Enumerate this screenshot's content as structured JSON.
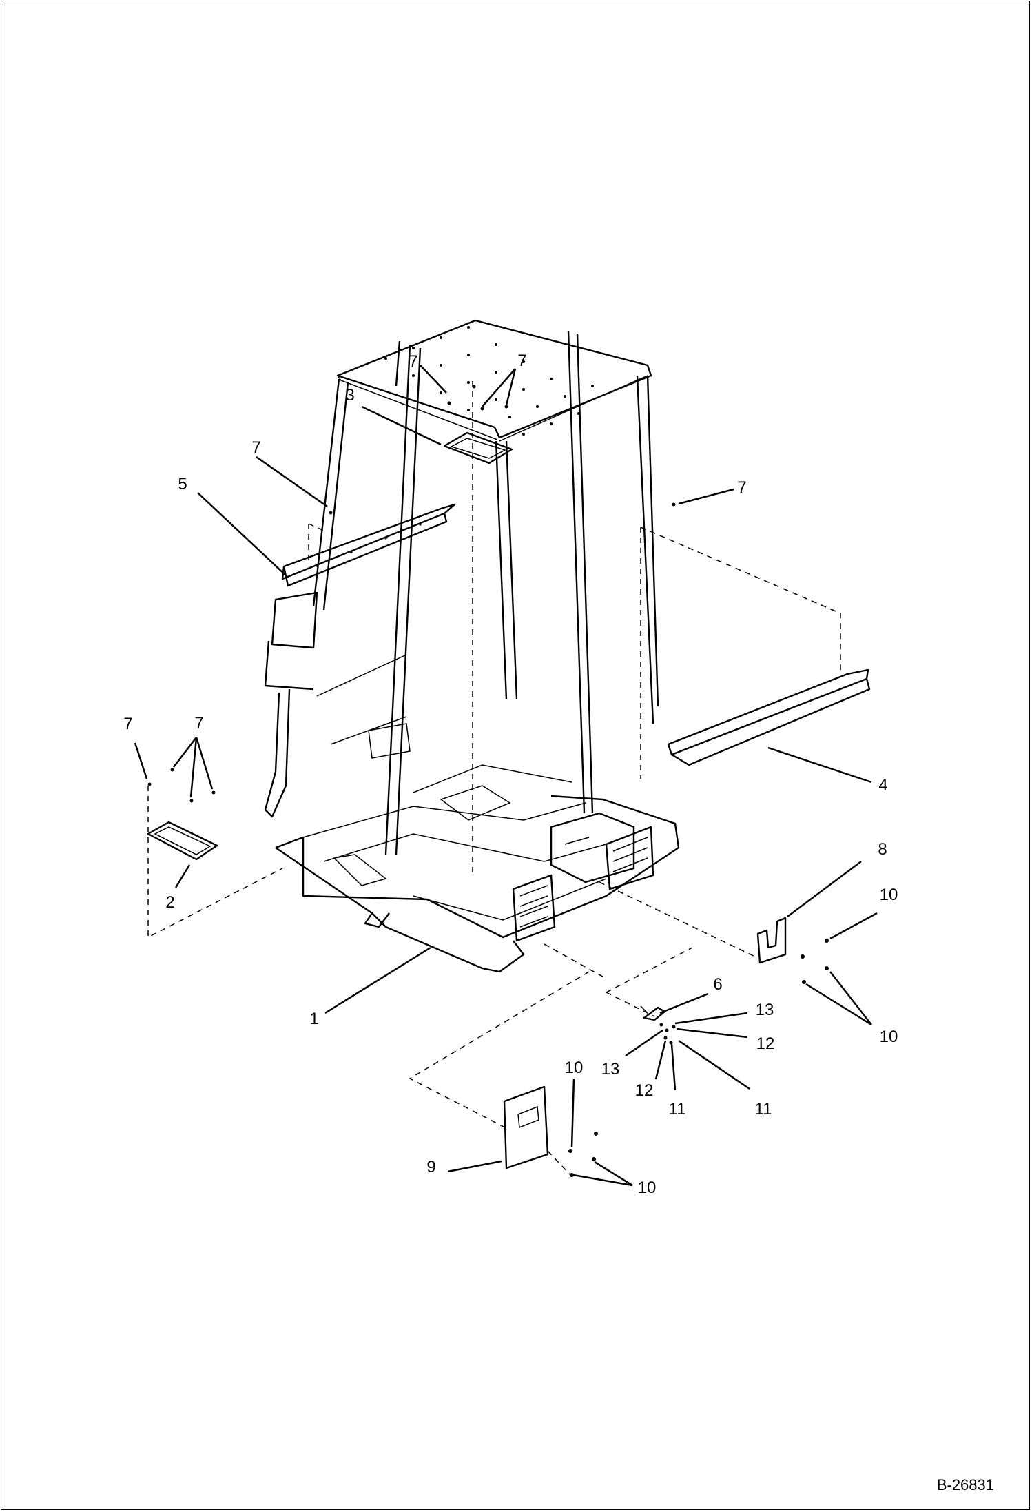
{
  "figure_id": "B-26831",
  "callouts": [
    {
      "n": "1"
    },
    {
      "n": "2"
    },
    {
      "n": "3"
    },
    {
      "n": "4"
    },
    {
      "n": "5"
    },
    {
      "n": "6"
    },
    {
      "n": "7"
    },
    {
      "n": "8"
    },
    {
      "n": "9"
    },
    {
      "n": "10"
    },
    {
      "n": "11"
    },
    {
      "n": "12"
    },
    {
      "n": "13"
    }
  ],
  "colors": {
    "line": "#000000",
    "background": "#ffffff"
  }
}
